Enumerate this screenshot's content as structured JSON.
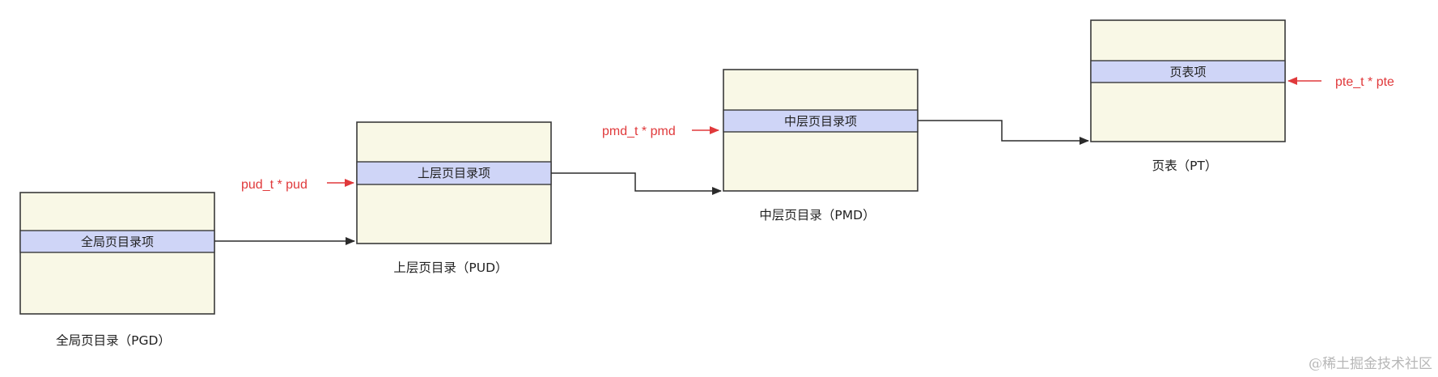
{
  "tables": [
    {
      "id": "pgd",
      "entry_label": "全局页目录项",
      "caption": "全局页目录（PGD）"
    },
    {
      "id": "pud",
      "entry_label": "上层页目录项",
      "caption": "上层页目录（PUD）"
    },
    {
      "id": "pmd",
      "entry_label": "中层页目录项",
      "caption": "中层页目录（PMD）"
    },
    {
      "id": "pt",
      "entry_label": "页表项",
      "caption": "页表（PT）"
    }
  ],
  "pointers": {
    "pud": "pud_t * pud",
    "pmd": "pmd_t * pmd",
    "pte": "pte_t * pte"
  },
  "colors": {
    "table_fill": "#f9f8e6",
    "entry_fill": "#cfd5f7",
    "pointer_red": "#e0393b",
    "line": "#2b2b2b"
  },
  "watermark": "@稀土掘金技术社区"
}
